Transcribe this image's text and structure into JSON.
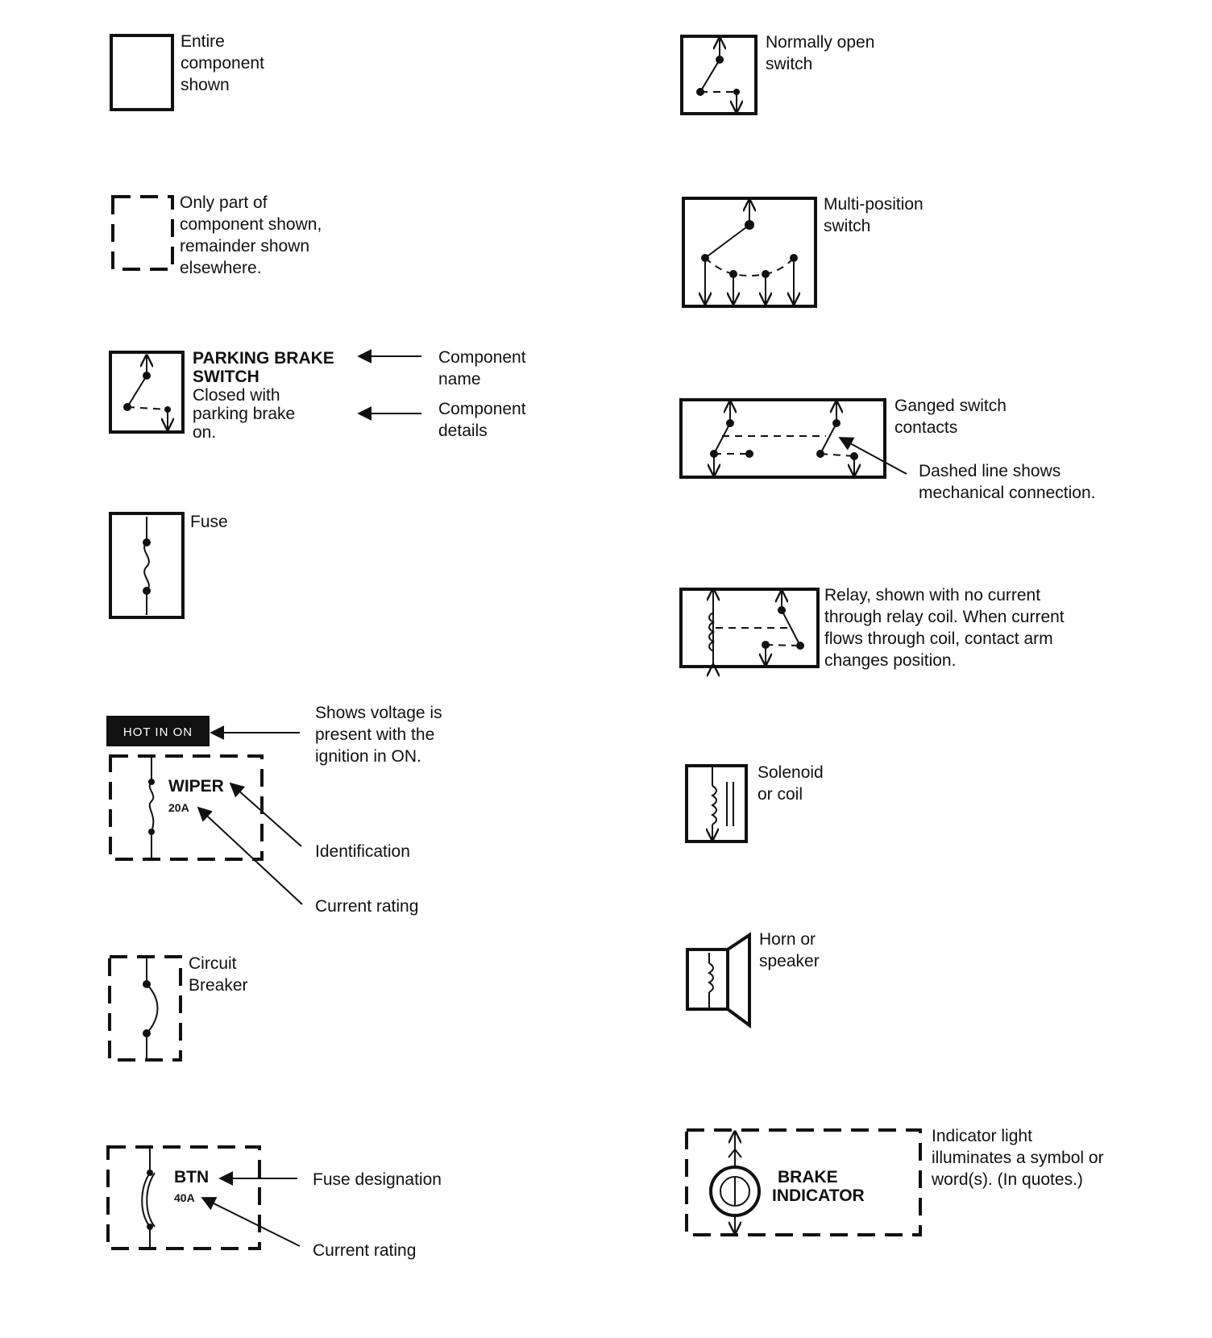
{
  "labels": {
    "entire": [
      "Entire",
      "component",
      "shown"
    ],
    "partial": [
      "Only part of",
      "component shown,",
      "remainder shown",
      "elsewhere."
    ],
    "pb_name": [
      "PARKING BRAKE",
      "SWITCH"
    ],
    "pb_details": [
      "Closed with",
      "parking brake",
      "on."
    ],
    "component_name": [
      "Component",
      "name"
    ],
    "component_details": [
      "Component",
      "details"
    ],
    "fuse": "Fuse",
    "hot_badge": "HOT IN ON",
    "voltage_note": [
      "Shows voltage is",
      "present with the",
      "ignition in ON."
    ],
    "wiper_id": "WIPER",
    "wiper_rating": "20A",
    "identification": "Identification",
    "current_rating": "Current rating",
    "circuit_breaker": [
      "Circuit",
      "Breaker"
    ],
    "btn_id": "BTN",
    "btn_rating": "40A",
    "fuse_designation": "Fuse designation",
    "current_rating_2": "Current rating",
    "normally_open": [
      "Normally open",
      "switch"
    ],
    "multi_position": [
      "Multi-position",
      "switch"
    ],
    "ganged": [
      "Ganged switch",
      "contacts"
    ],
    "dashed_note": [
      "Dashed line shows",
      "mechanical connection."
    ],
    "relay": [
      "Relay, shown with no current",
      "through relay coil. When current",
      "flows through coil, contact arm",
      "changes position."
    ],
    "solenoid": [
      "Solenoid",
      "or coil"
    ],
    "horn": [
      "Horn or",
      "speaker"
    ],
    "brake_indicator": [
      "BRAKE",
      "INDICATOR"
    ],
    "indicator_light": [
      "Indicator light",
      "illuminates a symbol or",
      "word(s). (In quotes.)"
    ]
  }
}
